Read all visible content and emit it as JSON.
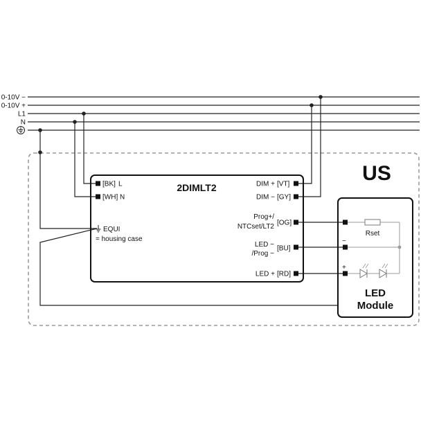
{
  "region_label": "US",
  "buses": [
    {
      "label": "0-10V −"
    },
    {
      "label": "0-10V +"
    },
    {
      "label": "L1"
    },
    {
      "label": "N"
    }
  ],
  "driver": {
    "title": "2DIMLT2",
    "left_pins": {
      "bk": "[BK]",
      "bk_text": "L",
      "wh": "[WH]",
      "wh_text": "N"
    },
    "equi_label": "EQUI",
    "equi_sub": "= housing case",
    "right_pins": {
      "dim_plus": "DIM +",
      "vt": "[VT]",
      "dim_minus": "DIM −",
      "gy": "[GY]",
      "prog_line1": "Prog+/",
      "prog_line2": "NTCset/LT2",
      "og": "[OG]",
      "led_minus_line1": "LED −",
      "led_minus_line2": "/Prog −",
      "bu": "[BU]",
      "led_plus": "LED +",
      "rd": "[RD]"
    }
  },
  "led_module": {
    "line1": "LED",
    "line2": "Module",
    "rset": "Rset",
    "minus_sign": "−",
    "plus_sign": "+"
  },
  "icons": [
    "ground-icon",
    "ground-icon-small",
    "led-diode-icon",
    "resistor-icon"
  ]
}
